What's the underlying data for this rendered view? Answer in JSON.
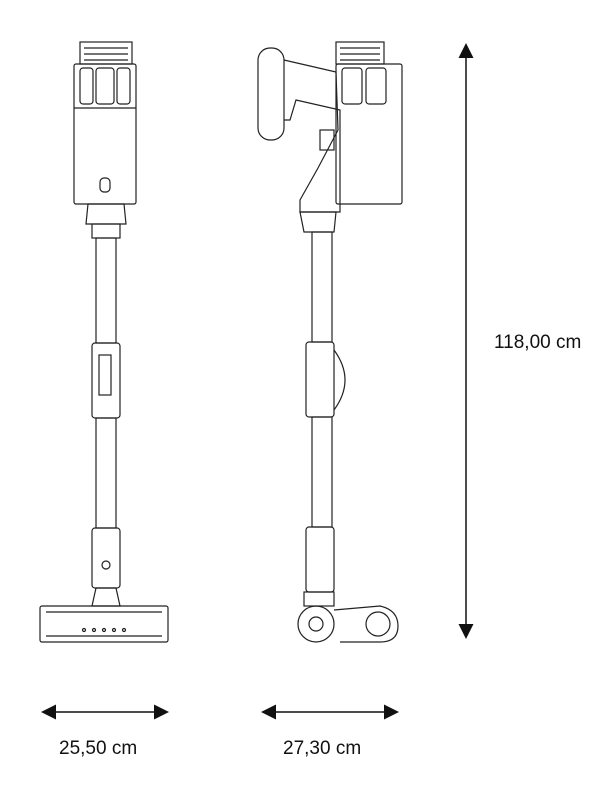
{
  "dimensions": {
    "height": "118,00 cm",
    "width_front": "25,50 cm",
    "depth_side": "27,30 cm"
  },
  "colors": {
    "line": "#222222",
    "background": "#ffffff"
  }
}
